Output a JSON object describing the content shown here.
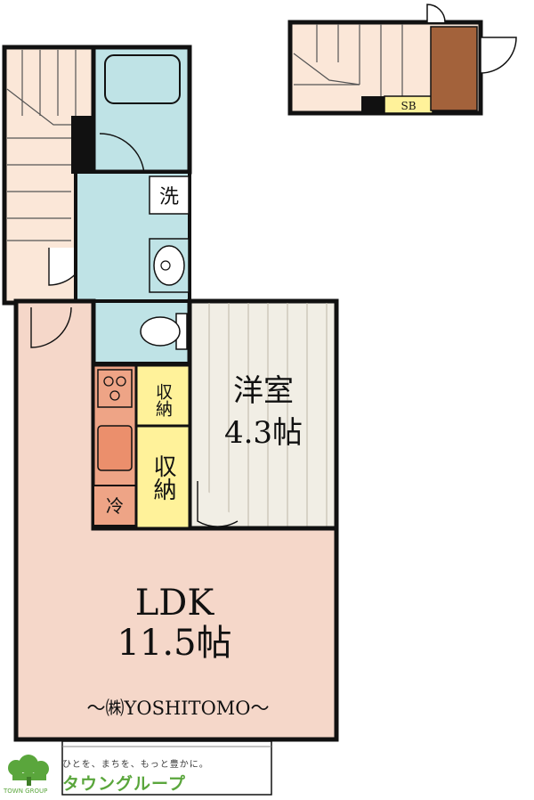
{
  "rooms": {
    "wash_label": "洗",
    "storage_small_label": "収納",
    "storage_large_label": "収納",
    "fridge_label": "冷",
    "western_room_name": "洋室",
    "western_room_size": "4.3帖",
    "ldk_name": "LDK",
    "ldk_size": "11.5帖"
  },
  "upper_floor": {
    "sb_label": "SB"
  },
  "builder": {
    "name": "～㈱YOSHITOMO～"
  },
  "logo": {
    "tagline": "ひとを、まちを、もっと豊かに。",
    "brand": "タウングループ",
    "brand_small": "TOWN GROUP"
  },
  "colors": {
    "wet_area": "#bfe3e6",
    "hall": "#fbe7d8",
    "ldk": "#f5d7c9",
    "western": "#f1eee5",
    "storage": "#fff29a",
    "kitchen": "#eea486",
    "closet_brown": "#a3623b",
    "logo_green": "#5aa63c"
  }
}
